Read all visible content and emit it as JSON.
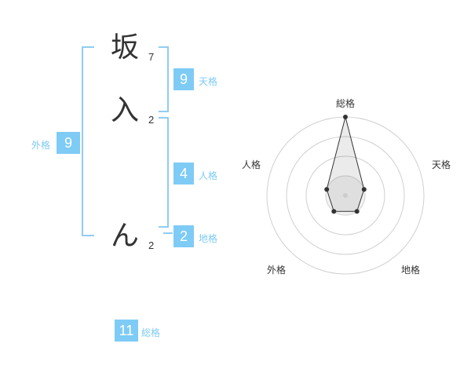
{
  "name_chars": [
    {
      "char": "坂",
      "strokes": "7"
    },
    {
      "char": "入",
      "strokes": "2"
    },
    {
      "char": "ん",
      "strokes": "2"
    }
  ],
  "fortune": {
    "tenkaku": {
      "value": "9",
      "label": "天格"
    },
    "jinkaku": {
      "value": "4",
      "label": "人格"
    },
    "chikaku": {
      "value": "2",
      "label": "地格"
    },
    "gaikaku": {
      "value": "9",
      "label": "外格"
    },
    "soukaku": {
      "value": "11",
      "label": "総格"
    }
  },
  "colors": {
    "accent": "#7ecbf5",
    "bracket": "#90cdf0"
  },
  "chart_data": {
    "type": "radar",
    "axes": [
      "総格",
      "天格",
      "地格",
      "外格",
      "人格"
    ],
    "levels": 4,
    "max": 4,
    "values": [
      4,
      1,
      1,
      1,
      1
    ]
  }
}
